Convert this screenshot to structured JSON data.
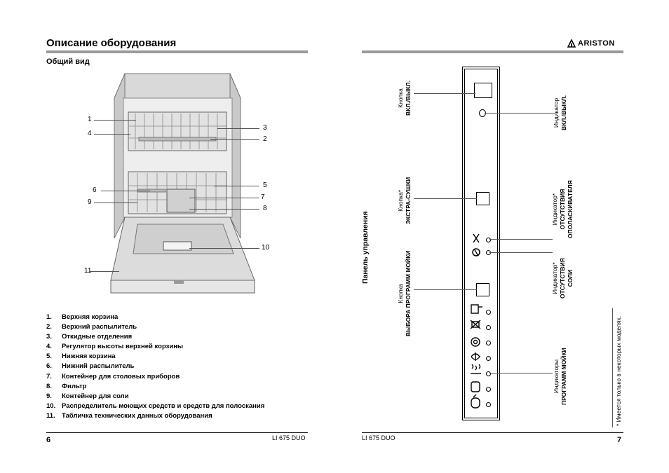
{
  "left_page": {
    "heading": "Описание оборудования",
    "subheading": "Общий вид",
    "callouts": [
      "1",
      "4",
      "6",
      "9",
      "11",
      "3",
      "2",
      "5",
      "7",
      "8",
      "10"
    ],
    "parts": [
      {
        "num": "1.",
        "label": "Верхняя корзина"
      },
      {
        "num": "2.",
        "label": "Верхний распылитель"
      },
      {
        "num": "3.",
        "label": "Откидные отделения"
      },
      {
        "num": "4.",
        "label": "Регулятор высоты верхней корзины"
      },
      {
        "num": "5.",
        "label": "Нижняя корзина"
      },
      {
        "num": "6.",
        "label": "Нижний распылитель"
      },
      {
        "num": "7.",
        "label": "Контейнер для столовых приборов"
      },
      {
        "num": "8.",
        "label": "Фильтр"
      },
      {
        "num": "9.",
        "label": "Контейнер для соли"
      },
      {
        "num": "10.",
        "label": "Распределитель моющих средств и средств для полоскания"
      },
      {
        "num": "11.",
        "label": "Табличка технических данных оборудования"
      }
    ],
    "page_number": "6",
    "model": "LI 675 DUO"
  },
  "right_page": {
    "brand": "ARISTON",
    "section_title": "Панель управления",
    "labels": {
      "onoff_button": {
        "line1": "Кнопка",
        "line2": "ВКЛ./ВЫКЛ."
      },
      "extra_dry_button": {
        "line1": "Кнопка*",
        "line2": "ЭКСТРА-СУШКИ"
      },
      "program_button": {
        "line1": "Кнопка",
        "line2": "ВЫБОРА ПРОГРАММ МОЙКИ"
      },
      "onoff_indicator": {
        "line1": "Индикатор",
        "line2": "ВКЛ./ВЫКЛ."
      },
      "rinse_indicator": {
        "line1": "Индикатор*",
        "line2": "ОТСУТСТВИЯ",
        "line3": "ОПОЛАСКИВАТЕЛЯ"
      },
      "salt_indicator": {
        "line1": "Индикатор*",
        "line2": "ОТСУТСТВИЯ",
        "line3": "СОЛИ"
      },
      "program_indicators": {
        "line1": "Индикаторы",
        "line2": "ПРОГРАММ МОЙКИ"
      }
    },
    "footnote": "* Имеется только в некоторых моделях.",
    "page_number": "7",
    "model": "LI 675 DUO"
  }
}
